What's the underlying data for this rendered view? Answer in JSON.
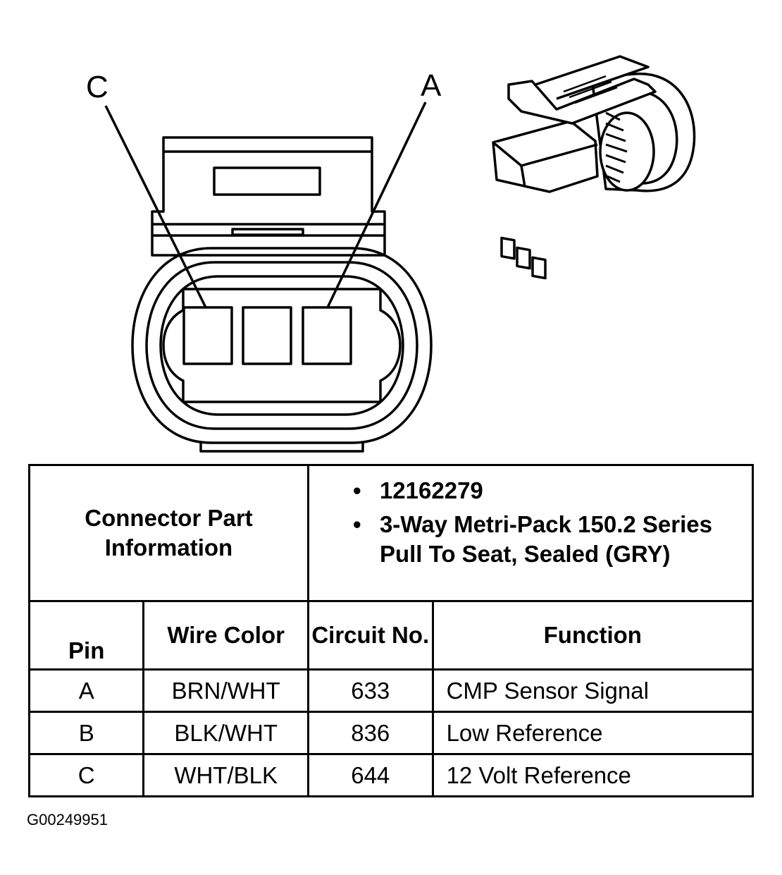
{
  "diagram": {
    "pin_label_c": "C",
    "pin_label_a": "A"
  },
  "table": {
    "header_label": "Connector Part Information",
    "part_info": [
      "12162279",
      "3-Way Metri-Pack 150.2 Series Pull To Seat, Sealed (GRY)"
    ],
    "bullet": "•",
    "columns": [
      "Pin",
      "Wire Color",
      "Circuit No.",
      "Function"
    ],
    "rows": [
      {
        "pin": "A",
        "wire_color": "BRN/WHT",
        "circuit": "633",
        "function": "CMP Sensor Signal"
      },
      {
        "pin": "B",
        "wire_color": "BLK/WHT",
        "circuit": "836",
        "function": "Low Reference"
      },
      {
        "pin": "C",
        "wire_color": "WHT/BLK",
        "circuit": "644",
        "function": "12 Volt Reference"
      }
    ]
  },
  "figure_id": "G00249951"
}
